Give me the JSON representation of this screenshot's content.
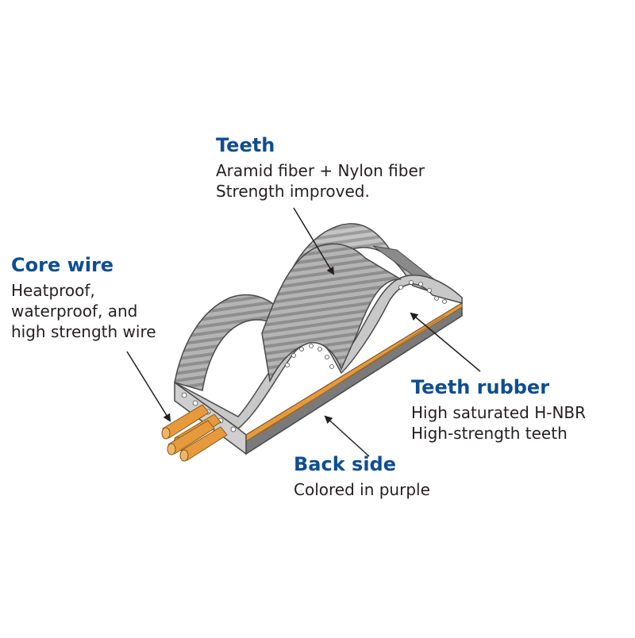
{
  "colors": {
    "title": "#0e4d92",
    "text": "#231f20",
    "belt_gray": "#a9a9a9",
    "belt_dark": "#6d6d6d",
    "cord_orange": "#e69a3c"
  },
  "labels": {
    "teeth": {
      "title": "Teeth",
      "lines": [
        "Aramid fiber + Nylon fiber",
        "Strength improved."
      ]
    },
    "core_wire": {
      "title": "Core wire",
      "lines": [
        "Heatproof,",
        "waterproof, and",
        "high strength wire"
      ]
    },
    "teeth_rubber": {
      "title": "Teeth rubber",
      "lines": [
        "High saturated H-NBR",
        "High-strength teeth"
      ]
    },
    "back_side": {
      "title": "Back side",
      "lines": [
        "Colored in purple"
      ]
    }
  }
}
